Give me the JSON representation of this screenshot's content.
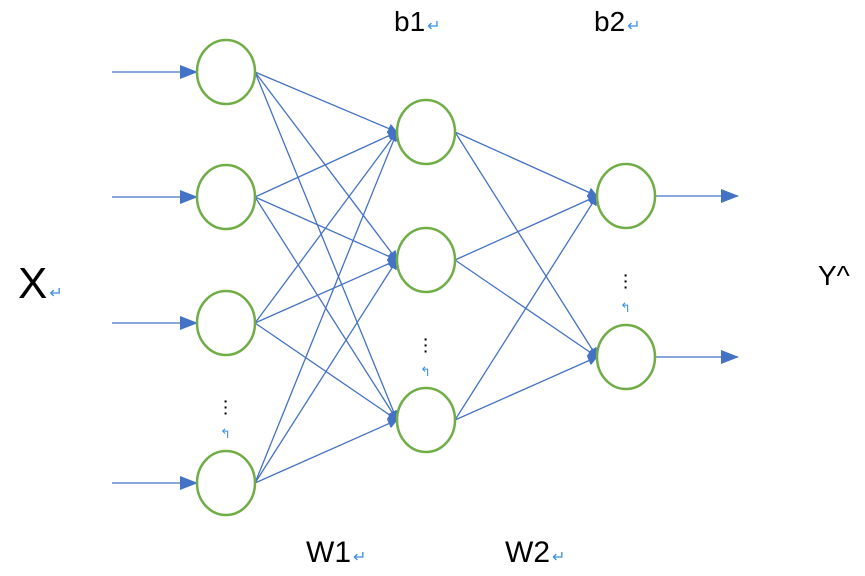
{
  "labels": {
    "x": "X",
    "y_hat": "Y^",
    "b1": "b1",
    "b2": "b2",
    "w1": "W1",
    "w2": "W2",
    "return_mark": "↵",
    "ellipsis": "⋮",
    "up_mark": "↰"
  },
  "layers": {
    "input_nodes": 4,
    "hidden_nodes": 3,
    "output_nodes": 2
  },
  "colors": {
    "node_stroke": "#70ad47",
    "edge": "#4472c4",
    "mark": "#3b8fe6"
  }
}
